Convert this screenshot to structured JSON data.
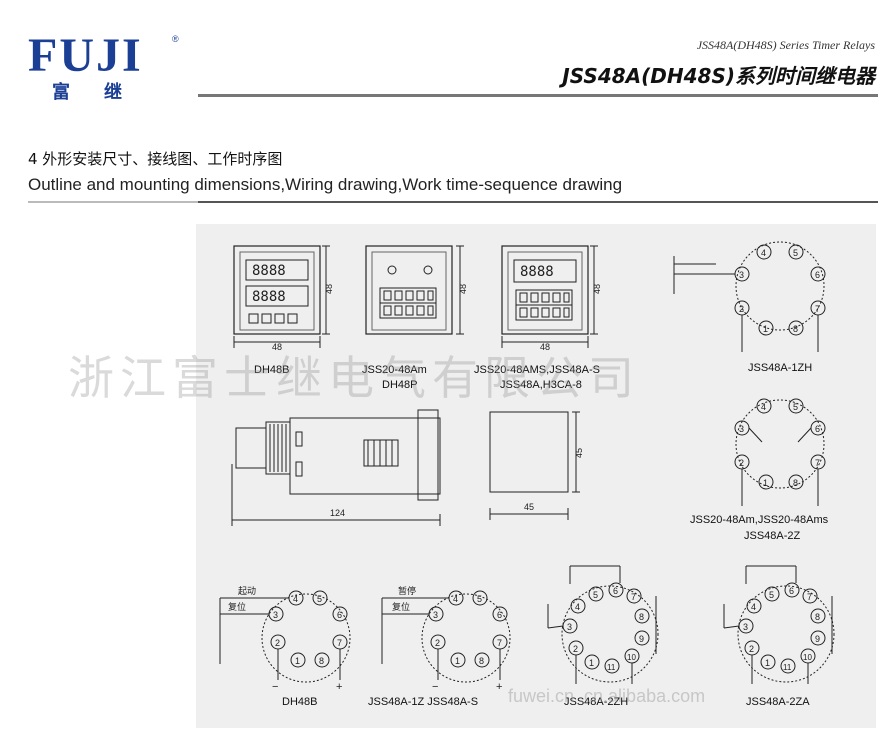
{
  "header": {
    "logo_main": "FUJI",
    "logo_reg": "®",
    "logo_sub": "富继",
    "series_en": "JSS48A(DH48S) Series Timer Relays",
    "series_cn": "JSS48A(DH48S)系列时间继电器"
  },
  "section": {
    "title_cn": "4  外形安装尺寸、接线图、工作时序图",
    "title_en": "Outline and mounting dimensions,Wiring drawing,Work time-sequence drawing"
  },
  "dims": {
    "d48": "48",
    "d124": "124",
    "d45": "45"
  },
  "captions": {
    "dh48b_front": "DH48B",
    "dh48p_front_1": "JSS20-48Am",
    "dh48p_front_2": "DH48P",
    "ams_front_1": "JSS20-48AMS,JSS48A-S",
    "ams_front_2": "JSS48A,H3CA-8",
    "w_1zh": "JSS48A-1ZH",
    "w_2z_1": "JSS20-48Am,JSS20-48Ams",
    "w_2z_2": "JSS48A-2Z",
    "w_dh48b": "DH48B",
    "w_1z_s": "JSS48A-1Z  JSS48A-S",
    "w_2zh": "JSS48A-2ZH",
    "w_2za": "JSS48A-2ZA"
  },
  "wiring_labels": {
    "start": "起动",
    "reset": "复位",
    "pause": "暂停"
  },
  "display": {
    "digits": "8888"
  },
  "watermark": {
    "company": "浙江富士继电气有限公司",
    "site": "fuwei.cn  .cn.alibaba.com"
  }
}
